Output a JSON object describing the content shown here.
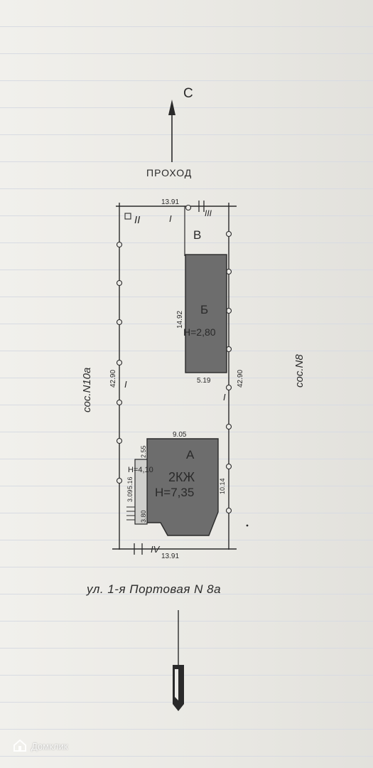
{
  "plan": {
    "north_label": "С",
    "passage_label": "ПРОХОД",
    "street_label": "ул. 1-я Портовая N 8а",
    "left_neighbor": "сос.N10а",
    "right_neighbor": "сос.N8",
    "dim_top": "13.91",
    "dim_bottom": "13.91",
    "dim_left": "42.90",
    "dim_right": "42.90",
    "marker_top_left": "II",
    "marker_top_mid": "I",
    "marker_top_right": "III",
    "marker_bottom": "IV",
    "marker_left": "I",
    "marker_right": "I",
    "label_v": "В",
    "building_b": {
      "letter": "Б",
      "height": "H=2,80",
      "dim_side": "14.92",
      "dim_bottom": "5.19"
    },
    "building_a": {
      "letter": "А",
      "type": "2КЖ",
      "height": "H=7,35",
      "dim_top": "9.05",
      "dim_right": "10.14",
      "dim_porch": "2.55",
      "dim_a": "5.16",
      "dim_b": "3.09",
      "dim_c": "3.80",
      "ext_height": "H=4,10"
    }
  },
  "watermark": {
    "text": "Домклик"
  },
  "colors": {
    "building_fill": "#6d6d6d",
    "line": "#2a2a2a",
    "paper": "#ecebe7"
  }
}
